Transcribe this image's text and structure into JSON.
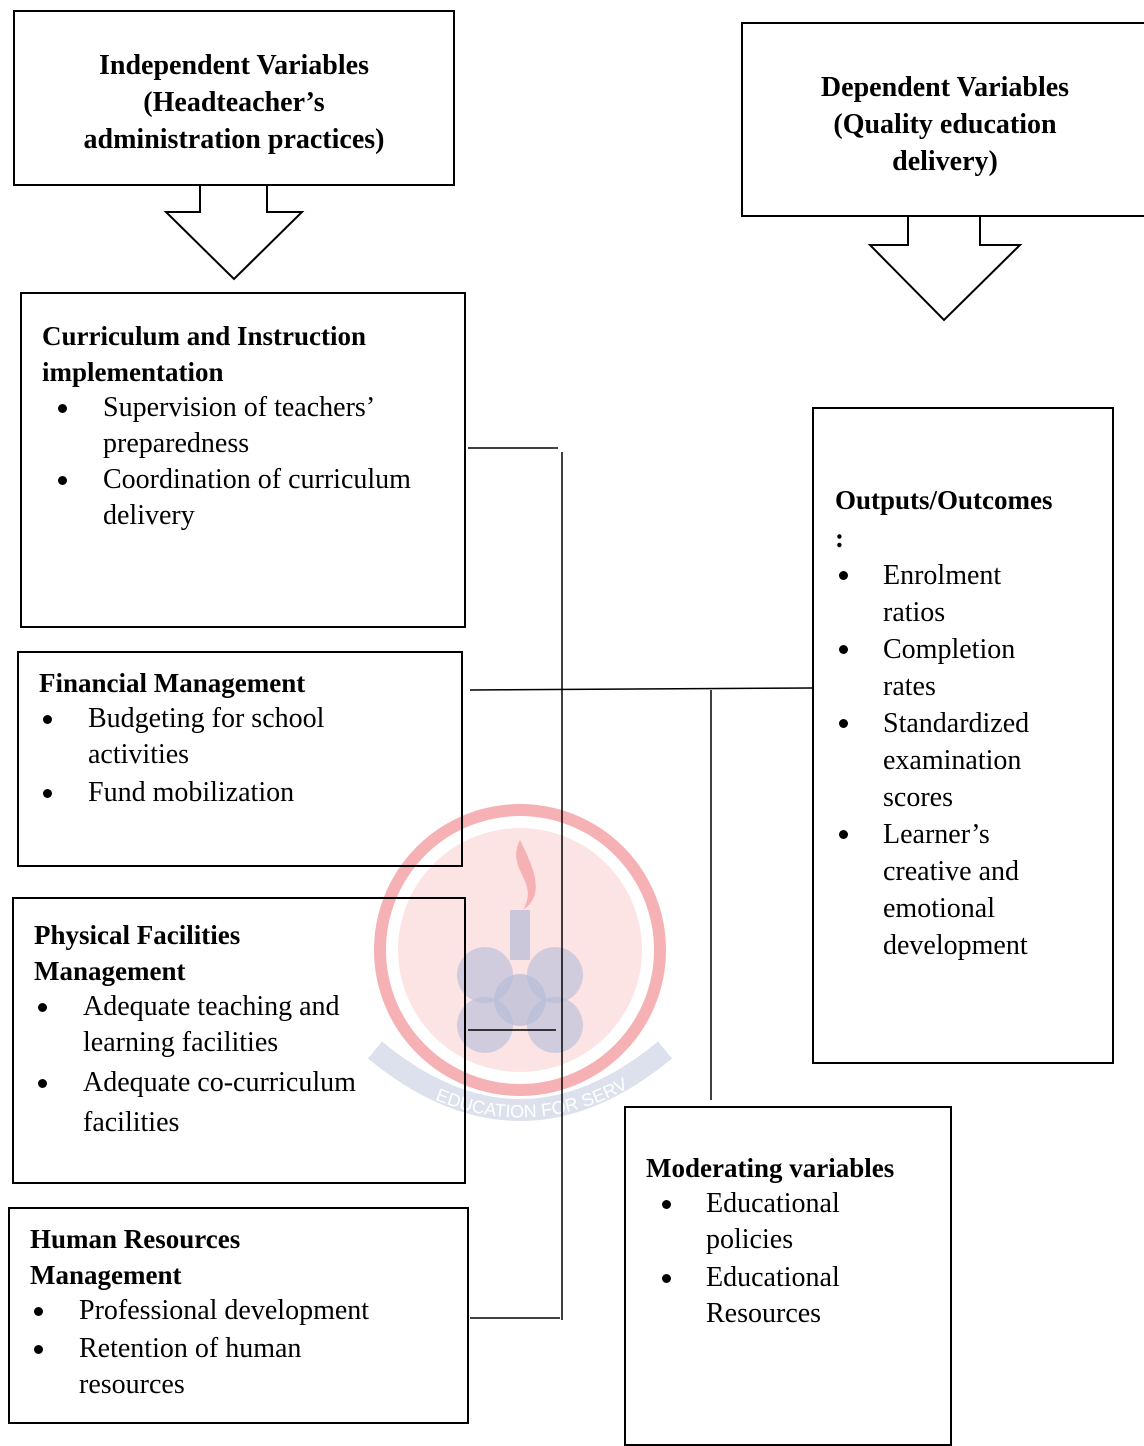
{
  "independent_header": "Independent Variables\n(Headteacher’s\nadministration practices)",
  "dependent_header": "Dependent Variables\n(Quality education\ndelivery)",
  "curriculum": {
    "title": "Curriculum and Instruction\nimplementation",
    "items": [
      "Supervision of teachers’\npreparedness",
      "Coordination of curriculum\ndelivery"
    ]
  },
  "financial": {
    "title": "Financial Management",
    "items": [
      "Budgeting for school\nactivities",
      "Fund mobilization"
    ]
  },
  "physical": {
    "title": "Physical Facilities\nManagement",
    "items": [
      "Adequate teaching and\nlearning facilities",
      "Adequate co-curriculum\nfacilities"
    ]
  },
  "human": {
    "title": "Human Resources\nManagement",
    "items": [
      "Professional development",
      "Retention of human\nresources"
    ]
  },
  "outputs": {
    "title": "Outputs/Outcomes\n:",
    "items": [
      "Enrolment\nratios",
      "Completion\nrates",
      "Standardized\nexamination\nscores",
      "Learner’s\ncreative and\nemotional\ndevelopment"
    ]
  },
  "moderating": {
    "title": "Moderating variables",
    "items": [
      "Educational\npolicies",
      "Educational\nResources"
    ]
  },
  "watermark": {
    "text": "EDUCATION FOR SERVICE",
    "colors": {
      "red": "#e8232b",
      "blue": "#2b3f8f"
    }
  }
}
